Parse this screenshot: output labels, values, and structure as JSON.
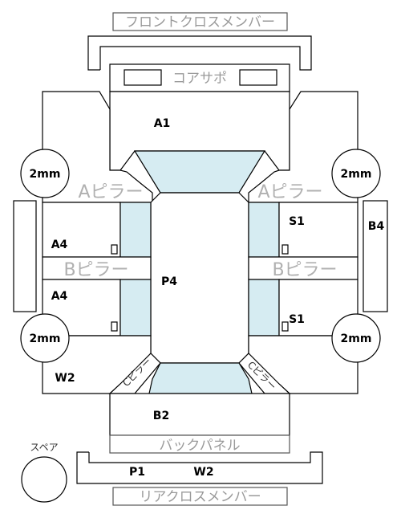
{
  "panels": {
    "front_cross_member": "フロントクロスメンバー",
    "core_support": "コアサポ",
    "a_pillar_left": "Aピラー",
    "a_pillar_right": "Aピラー",
    "b_pillar_left": "Bピラー",
    "b_pillar_right": "Bピラー",
    "back_panel": "バックパネル",
    "rear_cross_member": "リアクロスメンバー",
    "spare": "スペア",
    "c_pillar_left": "Cピラー",
    "c_pillar_right": "Cピラー"
  },
  "codes": {
    "a1": "A1",
    "a4_upper": "A4",
    "a4_lower": "A4",
    "s1_upper": "S1",
    "s1_lower": "S1",
    "b4": "B4",
    "p4": "P4",
    "w2_left": "W2",
    "b2": "B2",
    "p1": "P1",
    "w2_rear": "W2"
  },
  "wheels": {
    "front_left": "2mm",
    "front_right": "2mm",
    "rear_left": "2mm",
    "rear_right": "2mm"
  },
  "colors": {
    "glass": "#d6ecf2",
    "outline": "#000000",
    "label_gray": "#9a9a9a"
  }
}
